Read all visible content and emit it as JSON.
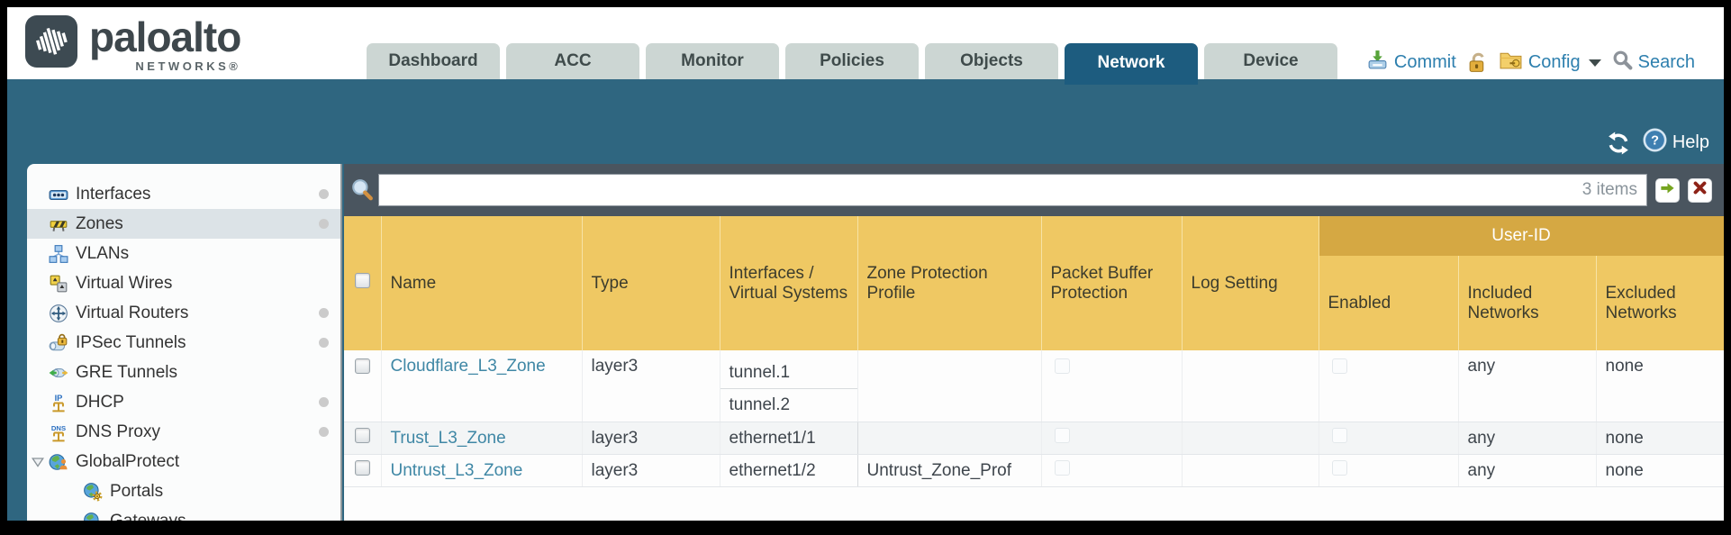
{
  "brand": {
    "logo_text": "paloalto",
    "logo_sub": "NETWORKS®"
  },
  "nav": {
    "tabs": [
      {
        "label": "Dashboard",
        "active": false
      },
      {
        "label": "ACC",
        "active": false
      },
      {
        "label": "Monitor",
        "active": false
      },
      {
        "label": "Policies",
        "active": false
      },
      {
        "label": "Objects",
        "active": false
      },
      {
        "label": "Network",
        "active": true
      },
      {
        "label": "Device",
        "active": false
      }
    ]
  },
  "utilities": {
    "commit_label": "Commit",
    "config_label": "Config",
    "search_label": "Search"
  },
  "band": {
    "help_label": "Help"
  },
  "sidebar": {
    "items": [
      {
        "label": "Interfaces",
        "icon": "interfaces-icon",
        "selected": false,
        "dot": true
      },
      {
        "label": "Zones",
        "icon": "zones-icon",
        "selected": true,
        "dot": true
      },
      {
        "label": "VLANs",
        "icon": "vlans-icon",
        "selected": false,
        "dot": false
      },
      {
        "label": "Virtual Wires",
        "icon": "virtual-wires-icon",
        "selected": false,
        "dot": false
      },
      {
        "label": "Virtual Routers",
        "icon": "virtual-routers-icon",
        "selected": false,
        "dot": true
      },
      {
        "label": "IPSec Tunnels",
        "icon": "ipsec-tunnels-icon",
        "selected": false,
        "dot": true
      },
      {
        "label": "GRE Tunnels",
        "icon": "gre-tunnels-icon",
        "selected": false,
        "dot": false
      },
      {
        "label": "DHCP",
        "icon": "dhcp-icon",
        "selected": false,
        "dot": true
      },
      {
        "label": "DNS Proxy",
        "icon": "dns-proxy-icon",
        "selected": false,
        "dot": true
      },
      {
        "label": "GlobalProtect",
        "icon": "globalprotect-icon",
        "selected": false,
        "dot": false,
        "expanded": true
      },
      {
        "label": "Portals",
        "icon": "portals-icon",
        "selected": false,
        "dot": false,
        "indent": true
      },
      {
        "label": "Gateways",
        "icon": "gateways-icon",
        "selected": false,
        "dot": false,
        "indent": true
      }
    ]
  },
  "filter": {
    "value": "",
    "items_count": "3 items"
  },
  "table": {
    "group_header": "User-ID",
    "columns": {
      "name": "Name",
      "type": "Type",
      "interfaces": "Interfaces / Virtual Systems",
      "zone_protection_profile": "Zone Protection Profile",
      "packet_buffer_protection": "Packet Buffer Protection",
      "log_setting": "Log Setting",
      "enabled": "Enabled",
      "included_networks": "Included Networks",
      "excluded_networks": "Excluded Networks"
    },
    "rows": [
      {
        "name": "Cloudflare_L3_Zone",
        "type": "layer3",
        "interfaces": [
          "tunnel.1",
          "tunnel.2"
        ],
        "zone_protection_profile": "",
        "log_setting": "",
        "included_networks": "any",
        "excluded_networks": "none"
      },
      {
        "name": "Trust_L3_Zone",
        "type": "layer3",
        "interfaces": [
          "ethernet1/1"
        ],
        "zone_protection_profile": "",
        "log_setting": "",
        "included_networks": "any",
        "excluded_networks": "none"
      },
      {
        "name": "Untrust_L3_Zone",
        "type": "layer3",
        "interfaces": [
          "ethernet1/2"
        ],
        "zone_protection_profile": "Untrust_Zone_Prof",
        "log_setting": "",
        "included_networks": "any",
        "excluded_networks": "none"
      }
    ]
  },
  "colors": {
    "band_teal": "#2f6680",
    "active_tab": "#1d5c7f",
    "header_amber": "#efc863",
    "header_amber_dark": "#d5a843",
    "link_blue": "#2d7fae",
    "zone_link": "#3f87a5",
    "filter_bar": "#4a555f"
  }
}
